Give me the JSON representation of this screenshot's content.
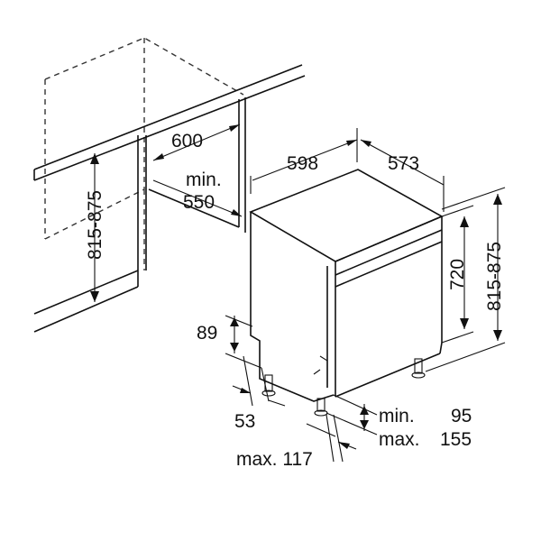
{
  "dimensions": {
    "niche_width": "600",
    "niche_height": "815-875",
    "min_depth_label": "min.",
    "min_depth_value": "550",
    "appliance_width": "598",
    "appliance_depth": "573",
    "appliance_height": "720",
    "adjustable_height": "815-875",
    "plinth_height": "89",
    "plinth_offset": "53",
    "foot_min_label": "min.",
    "foot_min_value": "95",
    "foot_max_label": "max.",
    "foot_max_value": "155",
    "door_max": "max. 117"
  },
  "colors": {
    "line": "#111111",
    "background": "#ffffff"
  }
}
